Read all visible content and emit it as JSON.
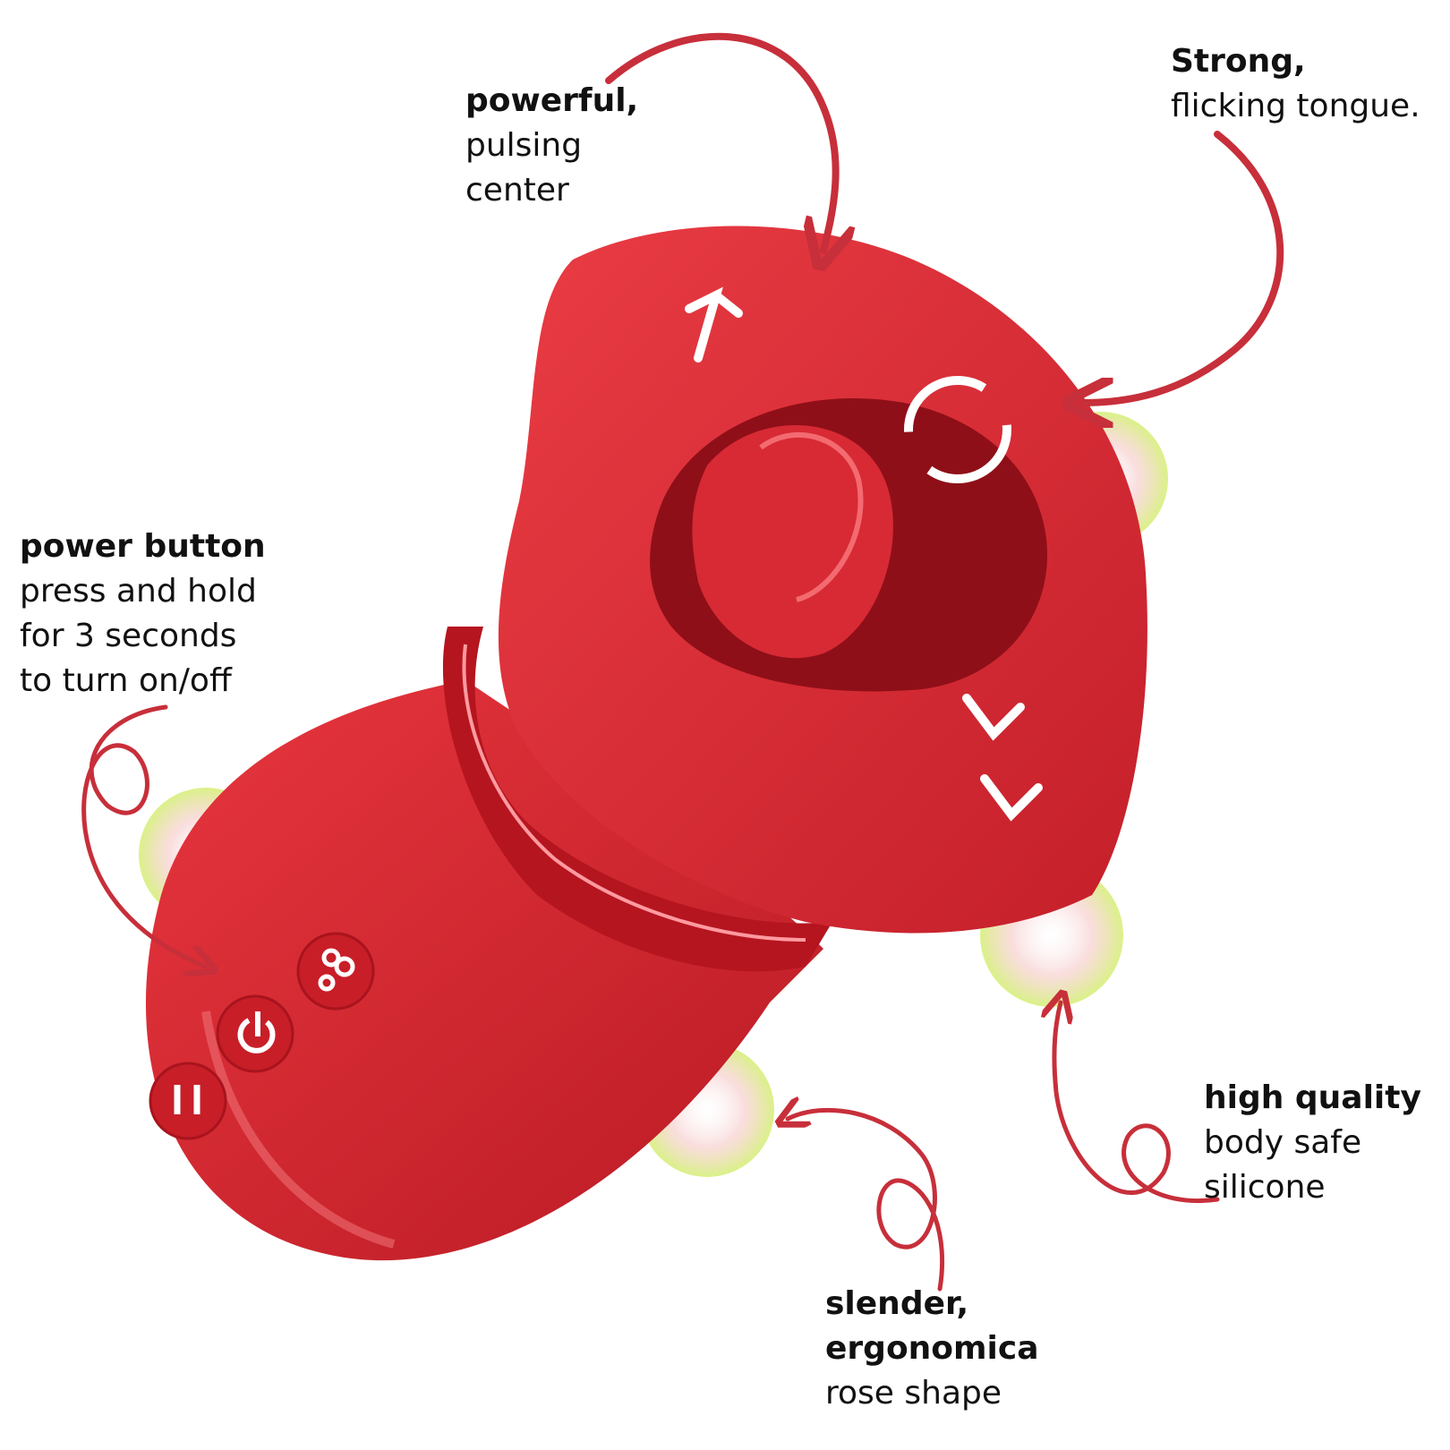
{
  "colors": {
    "product_red": "#d8262f",
    "product_dark": "#a8141d",
    "arrow_red": "#c72f3a",
    "glow_green": "#d6f07a"
  },
  "callouts": {
    "center": {
      "bold": "powerful,",
      "lines": [
        "pulsing",
        "center"
      ]
    },
    "tongue": {
      "bold": "Strong,",
      "lines": [
        "flicking tongue."
      ]
    },
    "power": {
      "bold": "power button",
      "lines": [
        "press and hold",
        "for 3 seconds",
        "to turn on/off"
      ]
    },
    "quality": {
      "bold": "high quality",
      "lines": [
        "body safe",
        "silicone"
      ]
    },
    "shape": {
      "bold": [
        "slender,",
        "ergonomica"
      ],
      "lines": [
        "rose shape"
      ]
    }
  },
  "product": {
    "buttons": [
      "pause-icon",
      "power-icon",
      "mode-icon"
    ]
  }
}
